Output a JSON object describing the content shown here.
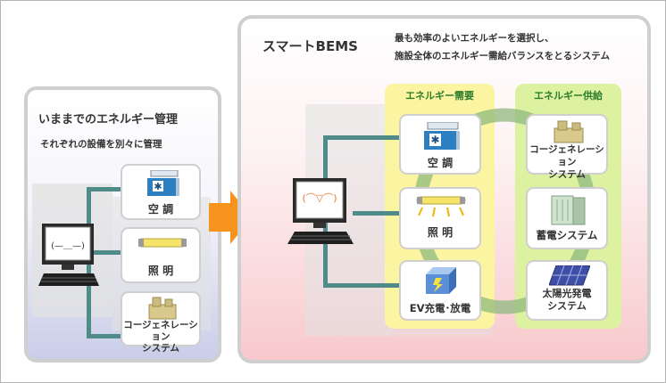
{
  "old_system": {
    "title": "いままでのエネルギー管理",
    "subtitle": "それぞれの設備を別々に管理",
    "screen_text": "(—＿—)",
    "items": [
      {
        "label": "空 調",
        "icon": "air-conditioner-icon"
      },
      {
        "label": "照 明",
        "icon": "light-tube-icon"
      },
      {
        "label": "コージェネレーション\nシステム",
        "icon": "cogeneration-icon"
      }
    ]
  },
  "bems": {
    "title": "スマートBEMS",
    "description_line1": "最も効率のよいエネルギーを選択し、",
    "description_line2": "施設全体のエネルギー需給バランスをとるシステム",
    "screen_text": "(⌒▽⌒)",
    "demand": {
      "title": "エネルギー需要",
      "items": [
        {
          "label": "空 調",
          "icon": "air-conditioner-icon"
        },
        {
          "label": "照 明",
          "icon": "light-tube-icon"
        },
        {
          "label": "EV充電･放電",
          "icon": "ev-battery-icon"
        }
      ]
    },
    "supply": {
      "title": "エネルギー供給",
      "items": [
        {
          "label": "コージェネレーション\nシステム",
          "icon": "cogeneration-icon"
        },
        {
          "label": "蓄電システム",
          "icon": "storage-battery-icon"
        },
        {
          "label": "太陽光発電\nシステム",
          "icon": "solar-panel-icon"
        }
      ]
    }
  },
  "colors": {
    "arrow": "#f7941d",
    "wire": "#4f8c89",
    "demand_bg": "#fbf5a1",
    "supply_bg": "#ddf2a1",
    "supply_title": "#2e7d2e"
  }
}
